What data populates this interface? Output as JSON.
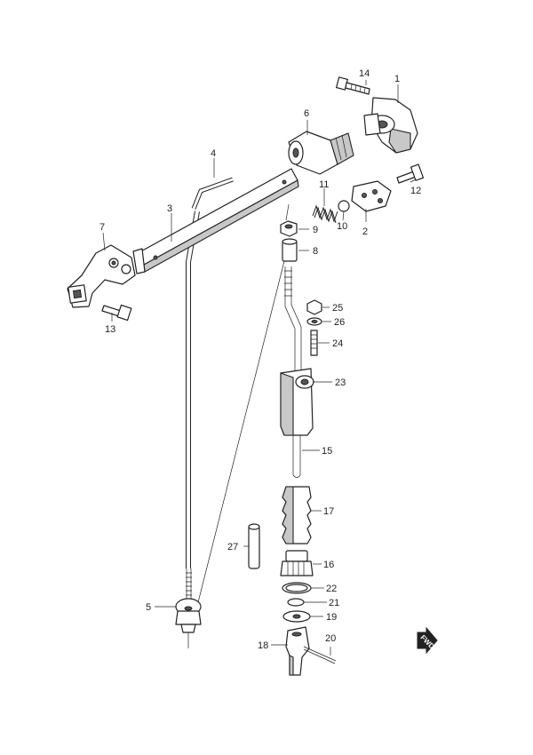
{
  "diagram": {
    "callouts": [
      {
        "id": "1",
        "text": "1"
      },
      {
        "id": "2",
        "text": "2"
      },
      {
        "id": "3",
        "text": "3"
      },
      {
        "id": "4",
        "text": "4"
      },
      {
        "id": "5",
        "text": "5"
      },
      {
        "id": "6",
        "text": "6"
      },
      {
        "id": "7",
        "text": "7"
      },
      {
        "id": "8",
        "text": "8"
      },
      {
        "id": "9",
        "text": "9"
      },
      {
        "id": "10",
        "text": "10"
      },
      {
        "id": "11",
        "text": "11"
      },
      {
        "id": "12",
        "text": "12"
      },
      {
        "id": "13",
        "text": "13"
      },
      {
        "id": "14",
        "text": "14"
      },
      {
        "id": "15",
        "text": "15"
      },
      {
        "id": "16",
        "text": "16"
      },
      {
        "id": "17",
        "text": "17"
      },
      {
        "id": "18",
        "text": "18"
      },
      {
        "id": "19",
        "text": "19"
      },
      {
        "id": "20",
        "text": "20"
      },
      {
        "id": "21",
        "text": "21"
      },
      {
        "id": "22",
        "text": "22"
      },
      {
        "id": "23",
        "text": "23"
      },
      {
        "id": "24",
        "text": "24"
      },
      {
        "id": "25",
        "text": "25"
      },
      {
        "id": "26",
        "text": "26"
      },
      {
        "id": "27",
        "text": "27"
      }
    ],
    "direction_marker": "FWD"
  }
}
